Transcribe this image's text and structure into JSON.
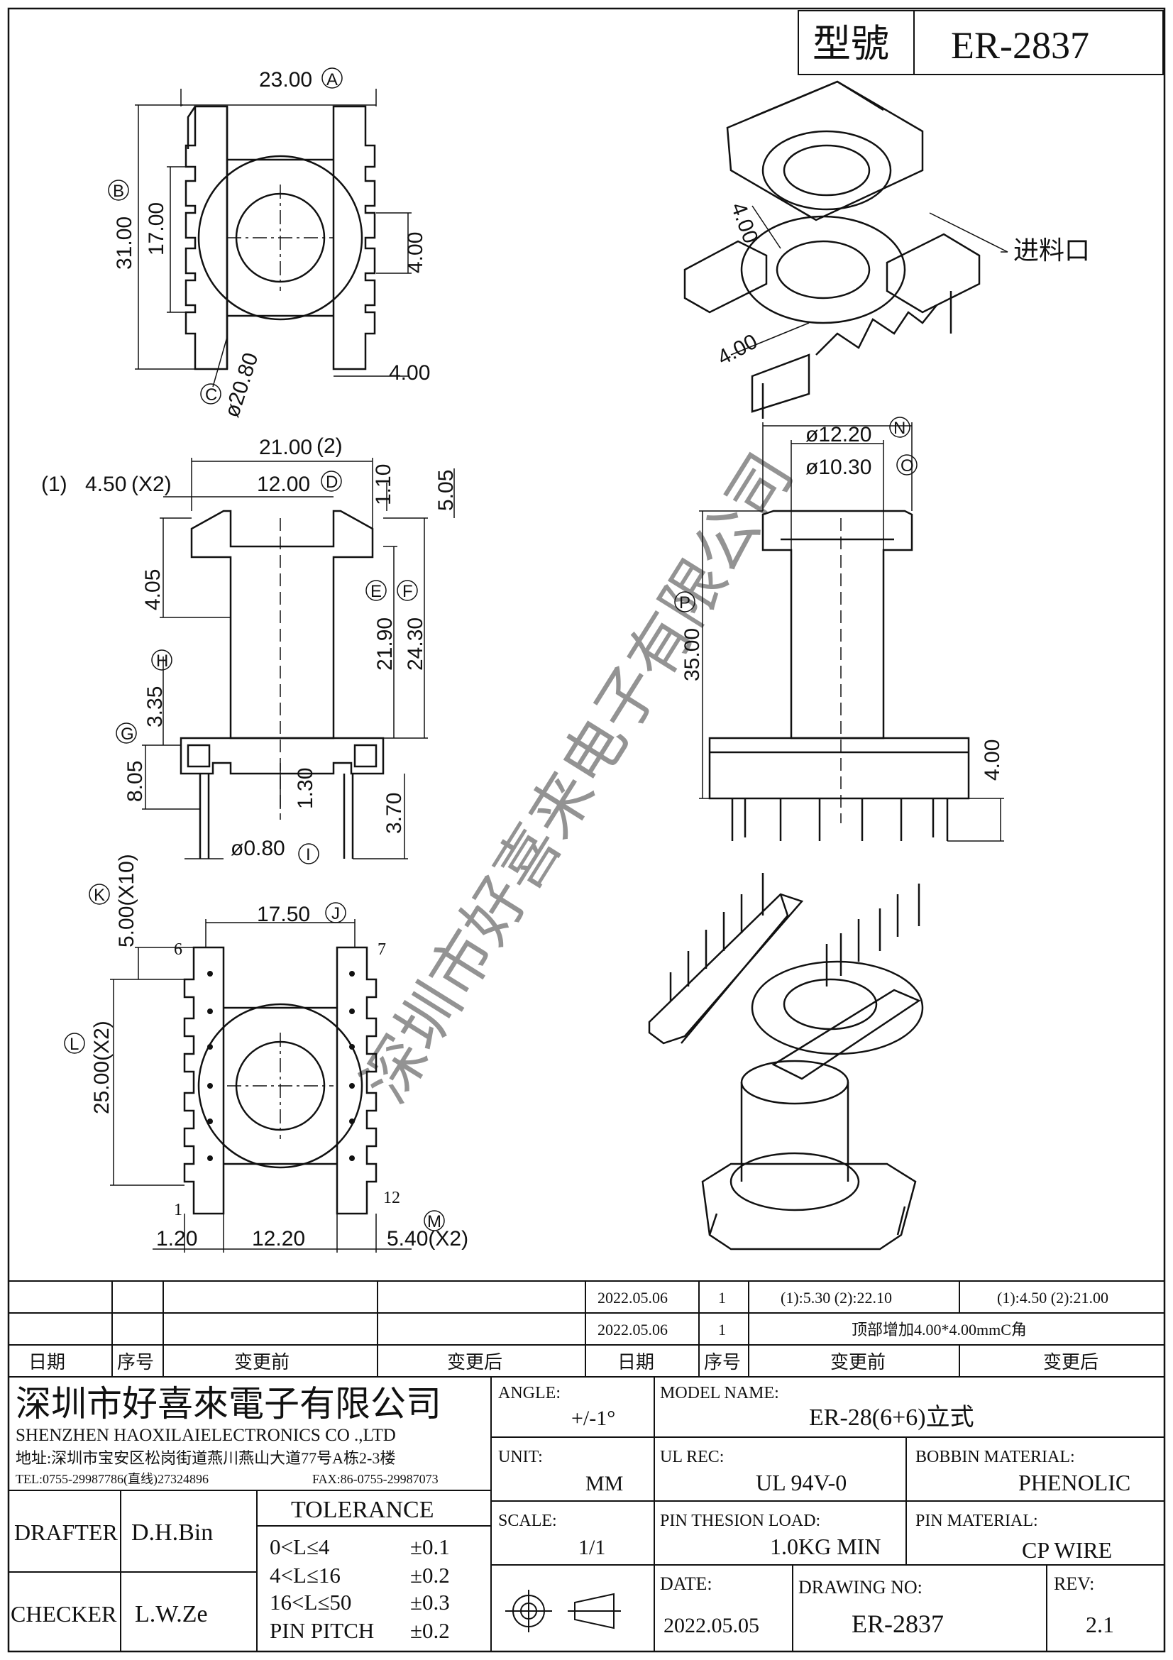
{
  "header": {
    "model_label": "型號",
    "model_value": "ER-2837"
  },
  "views": {
    "top": {
      "dims": [
        "23.00",
        "31.00",
        "17.00",
        "4.00",
        "4.00",
        "ø20.80"
      ],
      "markers": [
        "A",
        "B",
        "C"
      ]
    },
    "iso_top": {
      "dims": [
        "4.00",
        "4.00"
      ],
      "callout": "进料口"
    },
    "front": {
      "dims": [
        "21.00",
        "(2)",
        "4.50",
        "(X2)",
        "12.00",
        "(1)",
        "1.10",
        "5.05",
        "4.05",
        "21.90",
        "24.30",
        "3.35",
        "8.05",
        "1.30",
        "3.70",
        "ø0.80"
      ],
      "markers": [
        "D",
        "E",
        "F",
        "H",
        "G",
        "I"
      ]
    },
    "side": {
      "dims": [
        "ø12.20",
        "ø10.30",
        "35.00",
        "4.00"
      ],
      "markers": [
        "N",
        "O",
        "P"
      ]
    },
    "bottom": {
      "dims": [
        "17.50",
        "5.00(X10)",
        "25.00(X2)",
        "1.20",
        "12.20",
        "5.40(X2)"
      ],
      "markers": [
        "J",
        "K",
        "L",
        "M"
      ],
      "pins": [
        "6",
        "7",
        "1",
        "12"
      ]
    }
  },
  "watermark": "深圳市好喜来电子有限公司",
  "revisions": {
    "rows": [
      [
        "",
        "",
        "",
        "",
        "2022.05.06",
        "1",
        "(1):5.30  (2):22.10",
        "(1):4.50  (2):21.00"
      ],
      [
        "",
        "",
        "",
        "",
        "2022.05.06",
        "1",
        "顶部增加4.00*4.00mmC角",
        ""
      ]
    ],
    "headers": [
      "日期",
      "序号",
      "变更前",
      "变更后",
      "日期",
      "序号",
      "变更前",
      "变更后"
    ]
  },
  "company": {
    "name_cn": "深圳市好喜來電子有限公司",
    "name_en": "SHENZHEN HAOXILAIELECTRONICS CO .,LTD",
    "address": "地址:深圳市宝安区松岗街道燕川燕山大道77号A栋2-3楼",
    "tel": "TEL:0755-29987786(直线)27324896",
    "fax": "FAX:86-0755-29987073"
  },
  "title_block": {
    "angle_label": "ANGLE:",
    "angle_value": "+/-1°",
    "model_name_label": "MODEL NAME:",
    "model_name_value": "ER-28(6+6)立式",
    "unit_label": "UNIT:",
    "unit_value": "MM",
    "ul_label": "UL REC:",
    "ul_value": "UL 94V-0",
    "bobbin_label": "BOBBIN MATERIAL:",
    "bobbin_value": "PHENOLIC",
    "scale_label": "SCALE:",
    "scale_value": "1/1",
    "pin_load_label": "PIN THESION LOAD:",
    "pin_load_value": "1.0KG MIN",
    "pin_mat_label": "PIN MATERIAL:",
    "pin_mat_value": "CP  WIRE",
    "drafter_label": "DRAFTER",
    "drafter_value": "D.H.Bin",
    "checker_label": "CHECKER",
    "checker_value": "L.W.Ze",
    "tolerance_label": "TOLERANCE",
    "tolerances": [
      [
        "0<L≤4",
        "±0.1"
      ],
      [
        "4<L≤16",
        "±0.2"
      ],
      [
        "16<L≤50",
        "±0.3"
      ],
      [
        "PIN PITCH",
        "±0.2"
      ]
    ],
    "date_label": "DATE:",
    "date_value": "2022.05.05",
    "drawing_no_label": "DRAWING NO:",
    "drawing_no_value": "ER-2837",
    "rev_label": "REV:",
    "rev_value": "2.1"
  }
}
